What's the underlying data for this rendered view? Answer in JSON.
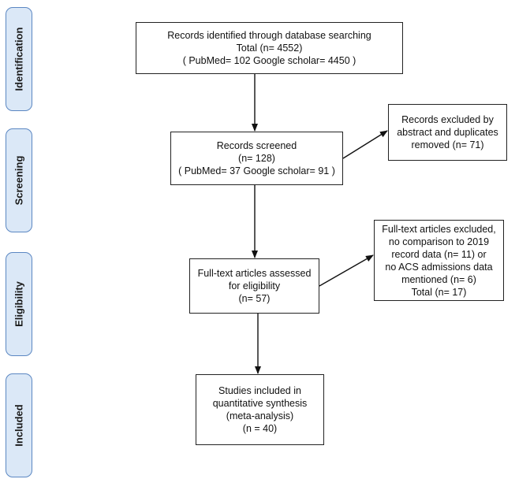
{
  "phases": {
    "identification": "Identification",
    "screening": "Screening",
    "eligibility": "Eligibility",
    "included": "Included"
  },
  "boxes": {
    "identified": {
      "line1": "Records identified through database searching",
      "line2": "Total (n= 4552)",
      "line3": "( PubMed= 102   Google scholar= 4450 )"
    },
    "screened": {
      "line1": "Records screened",
      "line2": "(n= 128)",
      "line3": "( PubMed= 37  Google scholar= 91 )"
    },
    "excluded_abstract": {
      "line1": "Records excluded by",
      "line2": "abstract and duplicates",
      "line3": "removed (n= 71)"
    },
    "fulltext_assessed": {
      "line1": "Full-text articles assessed",
      "line2": "for eligibility",
      "line3": "(n= 57)"
    },
    "fulltext_excluded": {
      "line1": "Full-text articles excluded,",
      "line2": "no comparison to 2019",
      "line3": "record data (n= 11) or",
      "line4": "no ACS admissions data",
      "line5": "mentioned (n= 6)",
      "line6": "Total (n= 17)"
    },
    "included": {
      "line1": "Studies included in",
      "line2": "quantitative synthesis",
      "line3": "(meta-analysis)",
      "line4": "(n = 40)"
    }
  }
}
